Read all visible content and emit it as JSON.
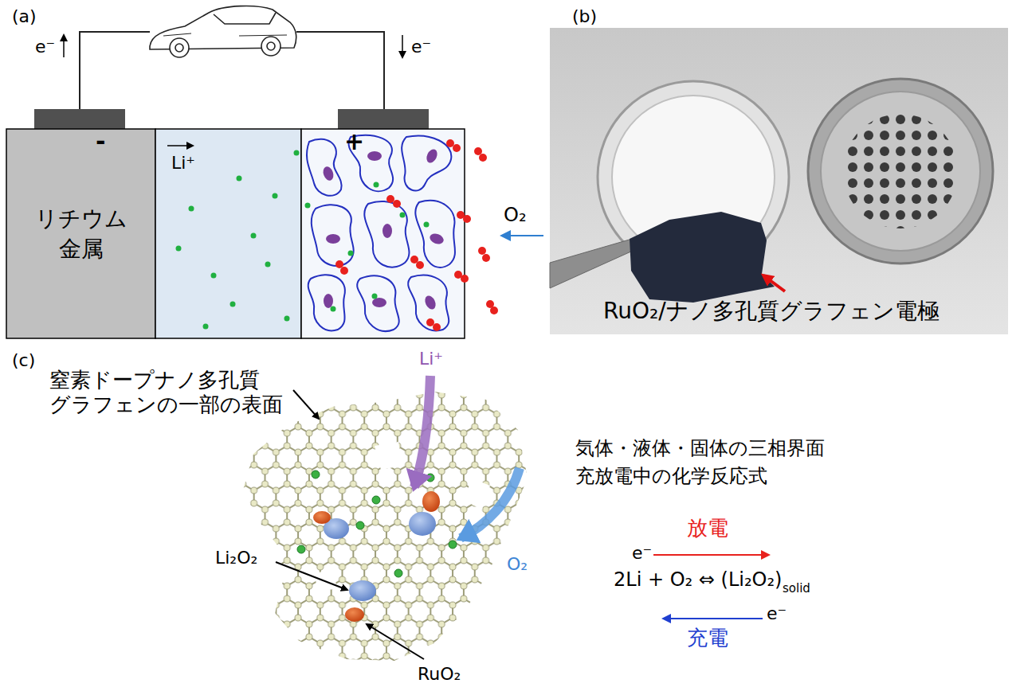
{
  "diagram": {
    "nodes": [
      {
        "text": [
          "リチウム 金属"
        ]
      },
      {
        "text": [
          "Li⁺"
        ]
      }
    ],
    "labels": [
      "(a)",
      "e⁻",
      "-",
      "+",
      "e⁻",
      "O₂",
      "(b)",
      "RuO₂/ナノ多孔質グラフェン電極",
      "(c)",
      "窒素ドープナノ多孔質 グラフェンの一部の表面",
      "Li⁺",
      "O₂",
      "Li₂O₂",
      "RuO₂",
      "気体・液体・固体の三相界面 充放電中の化学反応式",
      "放電",
      "e⁻",
      "2Li + O₂ ⇔ (Li₂O₂)",
      "solid",
      "e⁻",
      "充電"
    ]
  }
}
